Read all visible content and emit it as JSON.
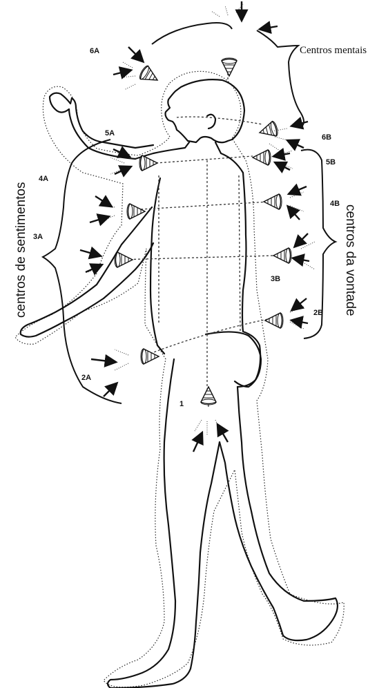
{
  "groups": {
    "mental": "Centros mentais",
    "feeling": "centros de sentimentos",
    "will": "centros da vontade"
  },
  "centers": {
    "c1": "1",
    "c2a": "2A",
    "c2b": "2B",
    "c3a": "3A",
    "c3b": "3B",
    "c4a": "4A",
    "c4b": "4B",
    "c5a": "5A",
    "c5b": "5B",
    "c6a": "6A",
    "c6b": "6B"
  }
}
